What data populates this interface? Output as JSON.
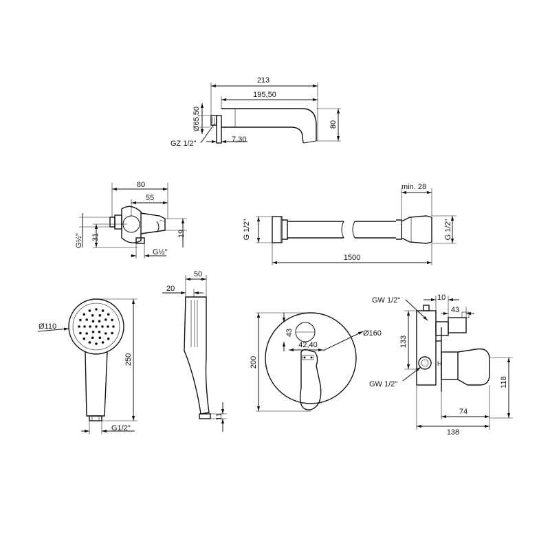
{
  "spout": {
    "dims": {
      "overall_length": "213",
      "spout_length": "195,50",
      "diameter": "Ø65,50",
      "height": "80",
      "offset": "7,30",
      "thread": "GZ 1/2\""
    }
  },
  "wall_elbow": {
    "dims": {
      "overall_length": "80",
      "inner_length": "55",
      "thread_side": "G½\"",
      "height_left": "31",
      "height_right": "19",
      "thread_bottom": "G½\""
    }
  },
  "hose": {
    "dims": {
      "nut_length": "min. 28",
      "thread_left": "G 1/2\"",
      "thread_right": "G 1/2\"",
      "length": "1500"
    }
  },
  "hand_shower": {
    "dims": {
      "diameter": "Ø110",
      "length": "250",
      "thread": "G1/2\""
    }
  },
  "shower_side": {
    "dims": {
      "depth": "50",
      "head_depth": "20",
      "bottom": "11"
    }
  },
  "mixer_front": {
    "dims": {
      "plate_height": "200",
      "plate_diameter": "Ø160",
      "diverter_offset": "43",
      "diverter_spacing": "42,40"
    }
  },
  "mixer_side": {
    "dims": {
      "inlet_thread": "GW 1/2\"",
      "top_offset": "10",
      "diverter_depth": "43",
      "height": "133",
      "outlet_thread": "GW 1/2\"",
      "handle_height": "118",
      "handle_depth": "74",
      "total_depth": "138"
    },
    "marks": {
      "hot": "H"
    }
  }
}
